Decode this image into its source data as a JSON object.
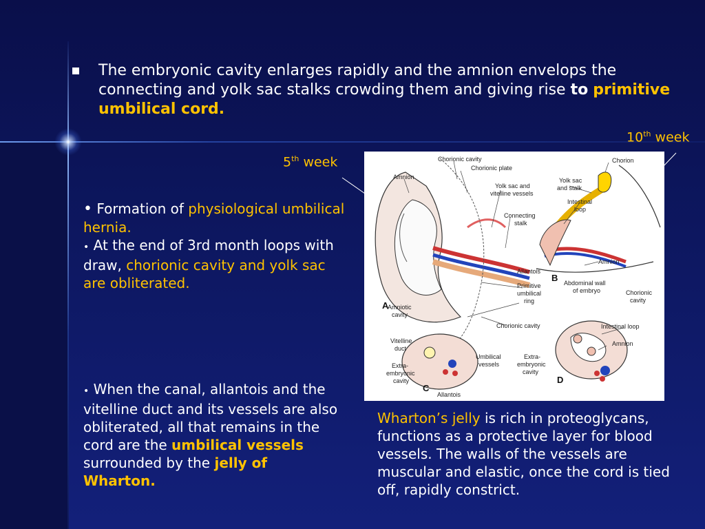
{
  "intro": {
    "text": "The embryonic cavity enlarges rapidly and the amnion envelops the connecting and yolk sac stalks crowding them and giving rise",
    "to_word": "to",
    "highlight": "primitive umbilical cord."
  },
  "week_labels": {
    "fifth": {
      "num": "5",
      "sup": "th",
      "word": "week"
    },
    "tenth": {
      "num": "10",
      "sup": "th",
      "word": "week"
    }
  },
  "bullets": {
    "bullet_glyph": "•",
    "formation_prefix": "Formation of",
    "formation_highlight": "physiological umbilical hernia.",
    "third_month_prefix": "At the end of 3rd month loops with draw,",
    "third_month_highlight": "chorionic cavity and yolk sac are obliterated.",
    "canal_text": "When the canal, allantois and the vitelline duct and its vessels are also obliterated, all that remains in the cord are the",
    "canal_highlight1": "umbilical vessels",
    "canal_mid": "surrounded by the",
    "canal_highlight2": "jelly of Wharton."
  },
  "wharton": {
    "highlight": "Wharton’s jelly",
    "text": "is rich in proteoglycans, functions as a protective layer for blood vessels. The walls of the vessels are muscular and elastic, once the cord is tied off, rapidly constrict."
  },
  "diagram": {
    "labels": {
      "chorionic_cavity_top": "Chorionic cavity",
      "chorionic_plate": "Chorionic plate",
      "amnion_a": "Amnion",
      "yolk_vitelline_1": "Yolk sac and",
      "yolk_vitelline_2": "vitelline vessels",
      "connecting_1": "Connecting",
      "connecting_2": "stalk",
      "allantois_a": "Allantois",
      "primitive_1": "Primitive",
      "primitive_2": "umbilical",
      "primitive_3": "ring",
      "amniotic_1": "Amniotic",
      "amniotic_2": "cavity",
      "chorionic_cavity_a": "Chorionic cavity",
      "chorion": "Chorion",
      "yolk_stalk_1": "Yolk sac",
      "yolk_stalk_2": "and stalk",
      "intestinal_b_1": "Intestinal",
      "intestinal_b_2": "loop",
      "amnion_b": "Amnion",
      "abdominal_1": "Abdominal wall",
      "abdominal_2": "of embryo",
      "chorionic_b_1": "Chorionic",
      "chorionic_b_2": "cavity",
      "vitelline_1": "Vitelline",
      "vitelline_2": "duct",
      "extra_c_1": "Extra-",
      "extra_c_2": "embryonic",
      "extra_c_3": "cavity",
      "umbilical_1": "Umbilical",
      "umbilical_2": "vessels",
      "allantois_c": "Allantois",
      "extra_d_1": "Extra-",
      "extra_d_2": "embryonic",
      "extra_d_3": "cavity",
      "intestinal_d": "Intestinal loop",
      "amnion_d": "Amnion"
    },
    "letters": {
      "a": "A",
      "b": "B",
      "c": "C",
      "d": "D"
    }
  }
}
